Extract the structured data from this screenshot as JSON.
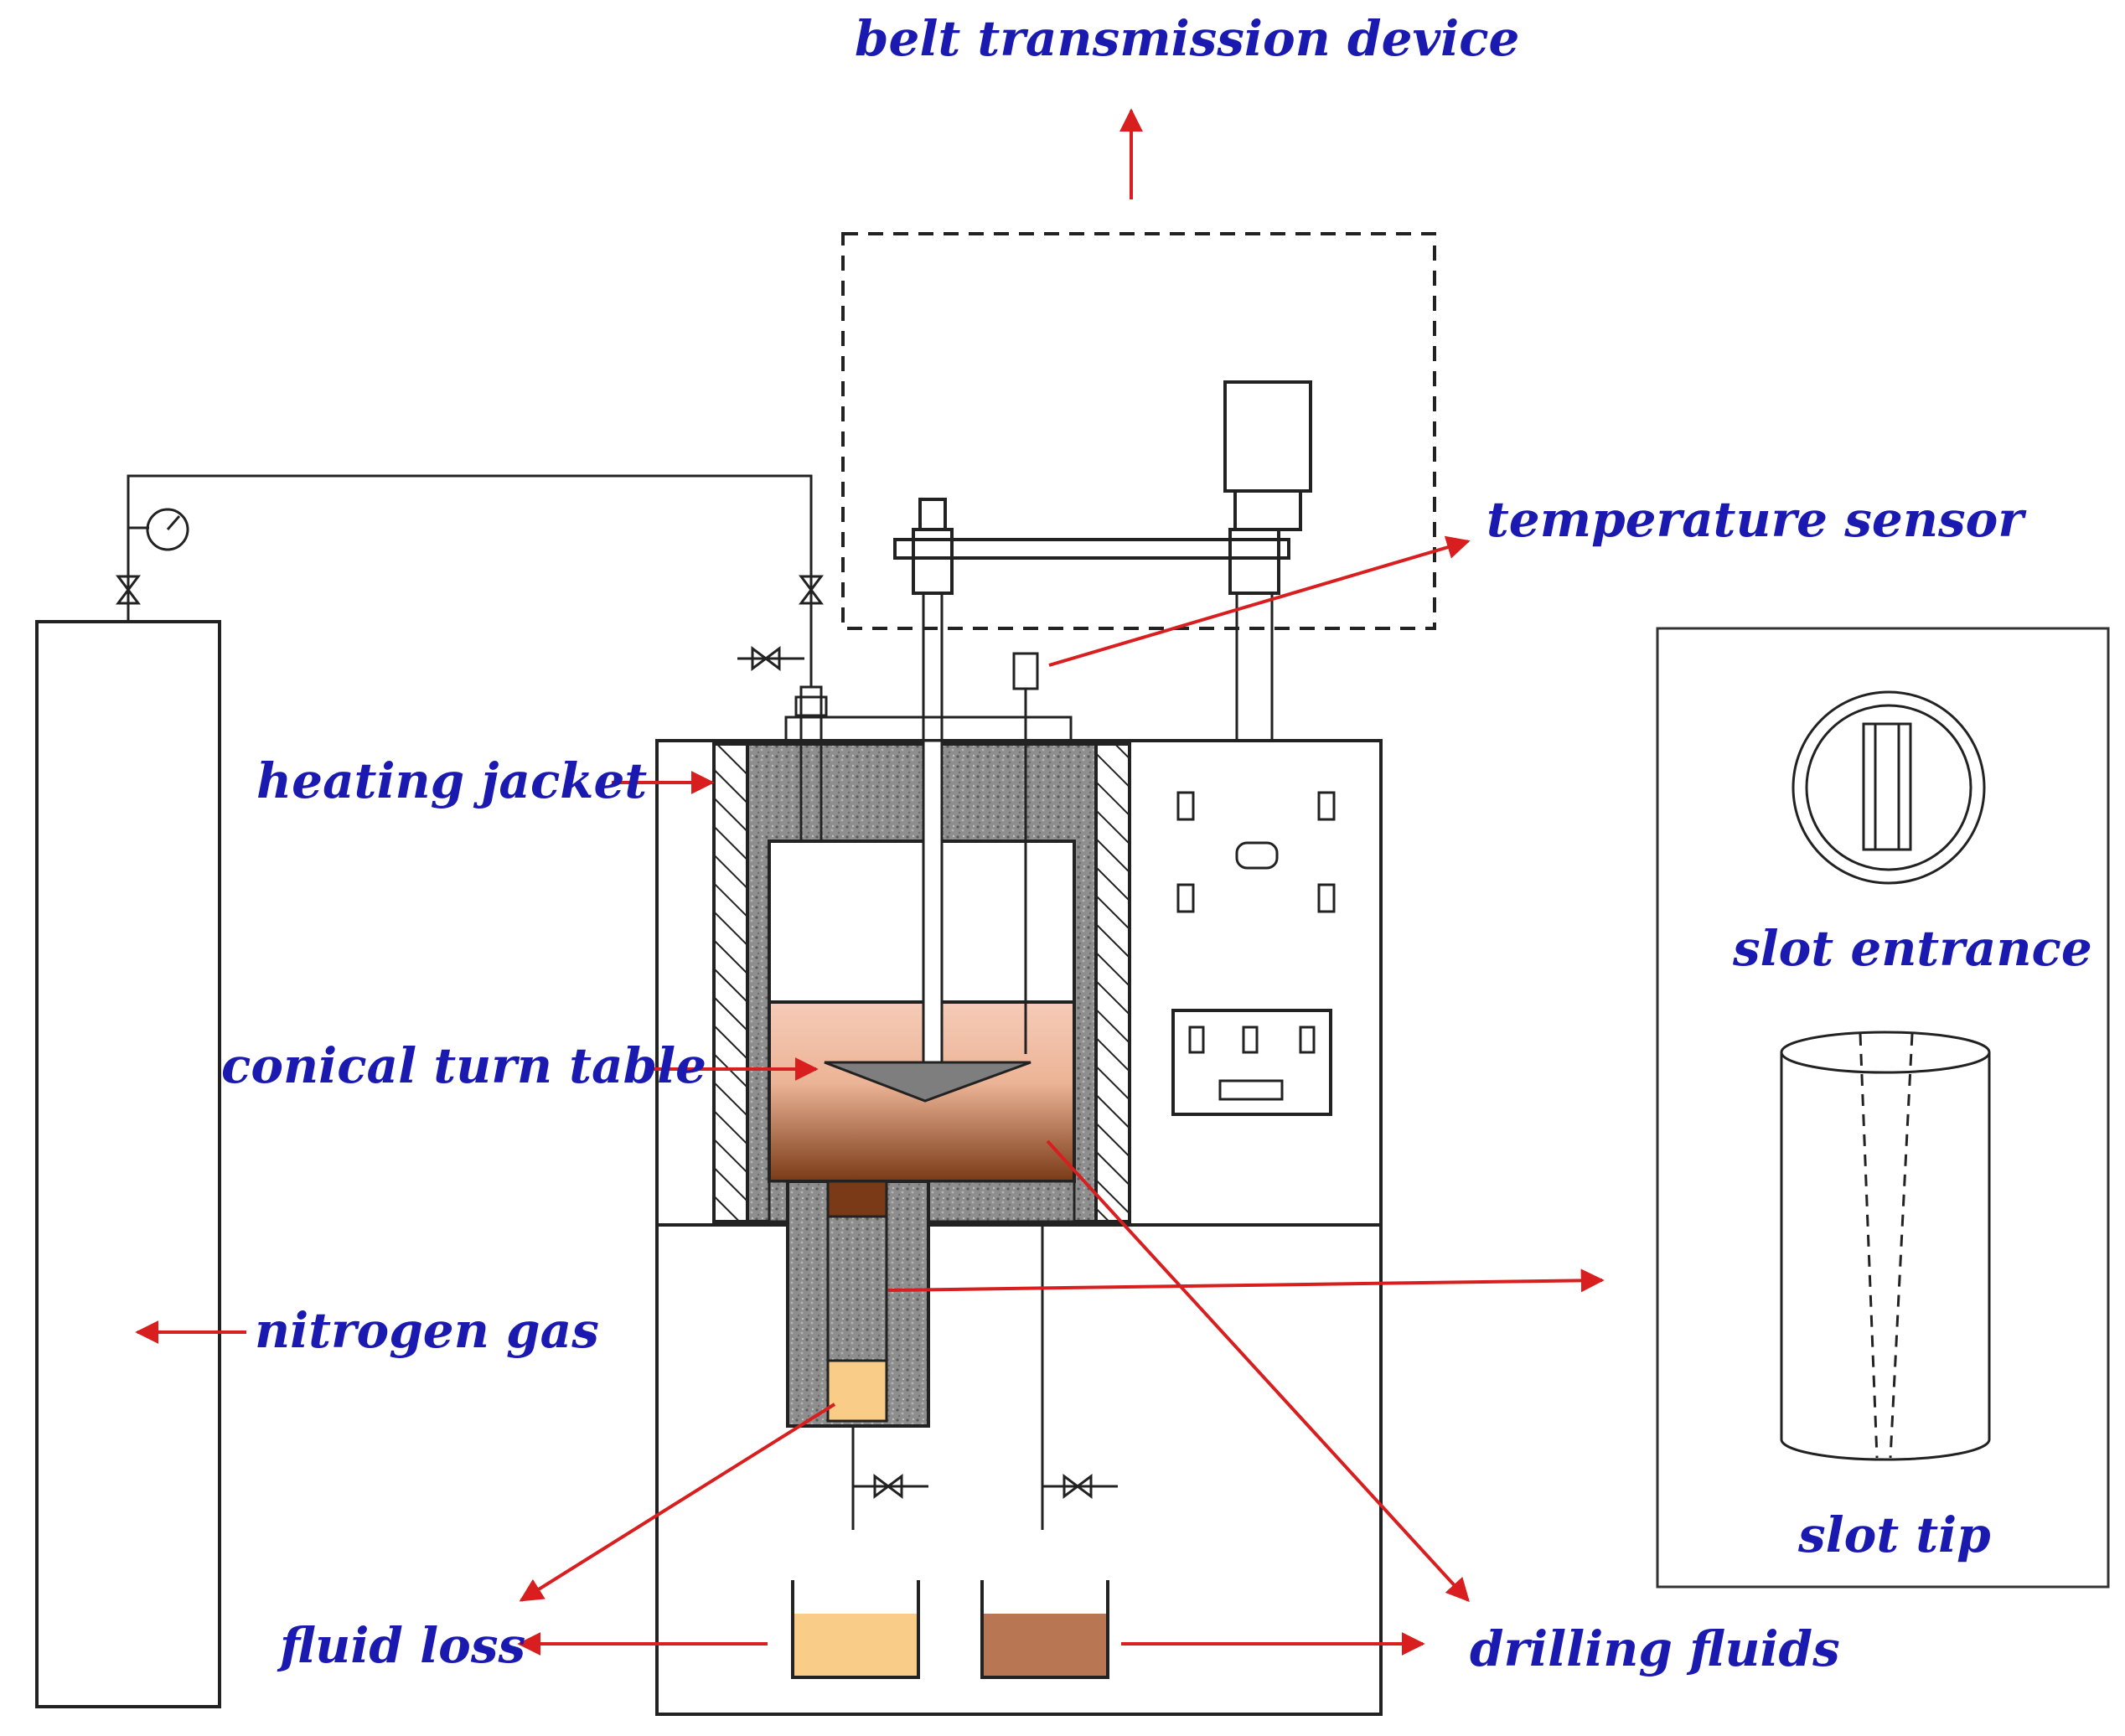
{
  "labels": {
    "belt": "belt transmission device",
    "temp_sensor": "temperature sensor",
    "heating_jacket": "heating jacket",
    "conical_turn_table": "conical turn table",
    "nitrogen_gas": "nitrogen gas",
    "slot_entrance": "slot entrance",
    "slot_tip": "slot tip",
    "fluid_loss": "fluid loss",
    "drilling_fluids": "drilling fluids"
  },
  "colors": {
    "label_text": "#1a1ab0",
    "arrows": "#d81e1e",
    "outline": "#222222",
    "gray_fill": "#8c8c8c",
    "fluid_top": "#f6cbb8",
    "fluid_bottom": "#7a3a17",
    "fluid_loss_fill": "#f9cd88",
    "drilling_fluid_fill": "#b87652"
  }
}
